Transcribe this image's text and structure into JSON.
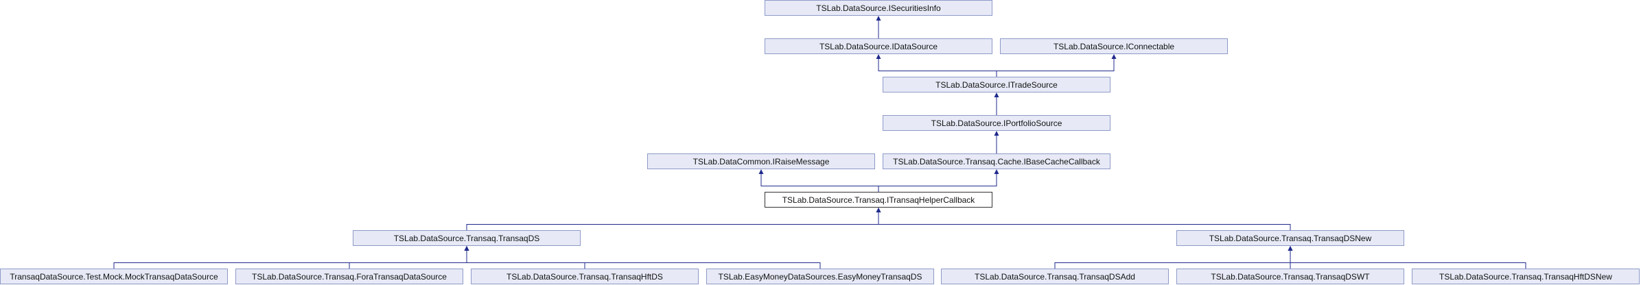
{
  "diagram": {
    "nodes": [
      {
        "id": "isecuritiesinfo",
        "label": "TSLab.DataSource.ISecuritiesInfo"
      },
      {
        "id": "idatasource",
        "label": "TSLab.DataSource.IDataSource"
      },
      {
        "id": "iconnectable",
        "label": "TSLab.DataSource.IConnectable"
      },
      {
        "id": "itradesource",
        "label": "TSLab.DataSource.ITradeSource"
      },
      {
        "id": "iportfoliosource",
        "label": "TSLab.DataSource.IPortfolioSource"
      },
      {
        "id": "iraisemessage",
        "label": "TSLab.DataCommon.IRaiseMessage"
      },
      {
        "id": "ibasecachecallback",
        "label": "TSLab.DataSource.Transaq.Cache.IBaseCacheCallback"
      },
      {
        "id": "itransaqhelpercallback",
        "label": "TSLab.DataSource.Transaq.ITransaqHelperCallback"
      },
      {
        "id": "transaqds",
        "label": "TSLab.DataSource.Transaq.TransaqDS"
      },
      {
        "id": "transaqdsnew",
        "label": "TSLab.DataSource.Transaq.TransaqDSNew"
      },
      {
        "id": "mocktransaqdatasource",
        "label": "TransaqDataSource.Test.Mock.MockTransaqDataSource"
      },
      {
        "id": "foratransaqdatasource",
        "label": "TSLab.DataSource.Transaq.ForaTransaqDataSource"
      },
      {
        "id": "transaqhftds",
        "label": "TSLab.DataSource.Transaq.TransaqHftDS"
      },
      {
        "id": "easymoneytransaqds",
        "label": "TSLab.EasyMoneyDataSources.EasyMoneyTransaqDS"
      },
      {
        "id": "transaqdsadd",
        "label": "TSLab.DataSource.Transaq.TransaqDSAdd"
      },
      {
        "id": "transaqdswt",
        "label": "TSLab.DataSource.Transaq.TransaqDSWT"
      },
      {
        "id": "transaqhftdsnew",
        "label": "TSLab.DataSource.Transaq.TransaqHftDSNew"
      }
    ],
    "edges": [
      {
        "from": "idatasource",
        "to": "isecuritiesinfo"
      },
      {
        "from": "itradesource",
        "to": "idatasource"
      },
      {
        "from": "itradesource",
        "to": "iconnectable"
      },
      {
        "from": "iportfoliosource",
        "to": "itradesource"
      },
      {
        "from": "ibasecachecallback",
        "to": "iportfoliosource"
      },
      {
        "from": "itransaqhelpercallback",
        "to": "iraisemessage"
      },
      {
        "from": "itransaqhelpercallback",
        "to": "ibasecachecallback"
      },
      {
        "from": "transaqds",
        "to": "itransaqhelpercallback"
      },
      {
        "from": "transaqdsnew",
        "to": "itransaqhelpercallback"
      },
      {
        "from": "mocktransaqdatasource",
        "to": "transaqds"
      },
      {
        "from": "foratransaqdatasource",
        "to": "transaqds"
      },
      {
        "from": "transaqhftds",
        "to": "transaqds"
      },
      {
        "from": "easymoneytransaqds",
        "to": "transaqds"
      },
      {
        "from": "transaqdsadd",
        "to": "transaqdsnew"
      },
      {
        "from": "transaqdswt",
        "to": "transaqdsnew"
      },
      {
        "from": "transaqhftdsnew",
        "to": "transaqdsnew"
      }
    ]
  }
}
